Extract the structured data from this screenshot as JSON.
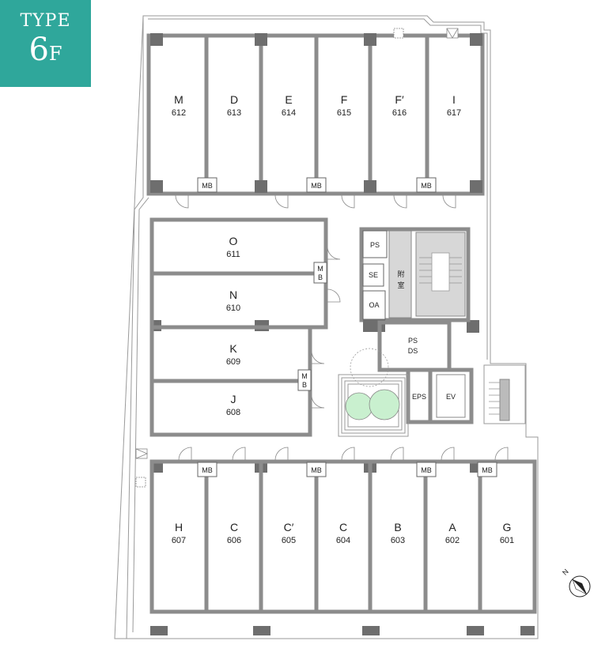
{
  "badge": {
    "type_label": "TYPE",
    "floor_big": "6",
    "floor_small": "F"
  },
  "top_rooms": [
    {
      "letter": "M",
      "number": "612"
    },
    {
      "letter": "D",
      "number": "613"
    },
    {
      "letter": "E",
      "number": "614"
    },
    {
      "letter": "F",
      "number": "615"
    },
    {
      "letter": "F′",
      "number": "616"
    },
    {
      "letter": "I",
      "number": "617"
    }
  ],
  "middle_rooms": [
    {
      "letter": "O",
      "number": "611"
    },
    {
      "letter": "N",
      "number": "610"
    },
    {
      "letter": "K",
      "number": "609"
    },
    {
      "letter": "J",
      "number": "608"
    }
  ],
  "bottom_rooms": [
    {
      "letter": "H",
      "number": "607"
    },
    {
      "letter": "C",
      "number": "606"
    },
    {
      "letter": "C′",
      "number": "605"
    },
    {
      "letter": "C",
      "number": "604"
    },
    {
      "letter": "B",
      "number": "603"
    },
    {
      "letter": "A",
      "number": "602"
    },
    {
      "letter": "G",
      "number": "601"
    }
  ],
  "labels": {
    "mb": "MB",
    "mb_m": "M",
    "mb_b": "B",
    "ps": "PS",
    "se": "SE",
    "oa": "OA",
    "annex_1": "附",
    "annex_2": "室",
    "ps_ds_1": "PS",
    "ps_ds_2": "DS",
    "eps": "EPS",
    "ev": "EV",
    "north": "N"
  },
  "colors": {
    "badge": "#2fa79b",
    "walls": "#8c8c8c",
    "columns": "#6e6e6e",
    "tree": "#c9f0cf",
    "core": "#d7d7d7"
  },
  "icons": [
    "stair-icon",
    "tree-icon",
    "north-arrow-icon",
    "vent-icon"
  ]
}
